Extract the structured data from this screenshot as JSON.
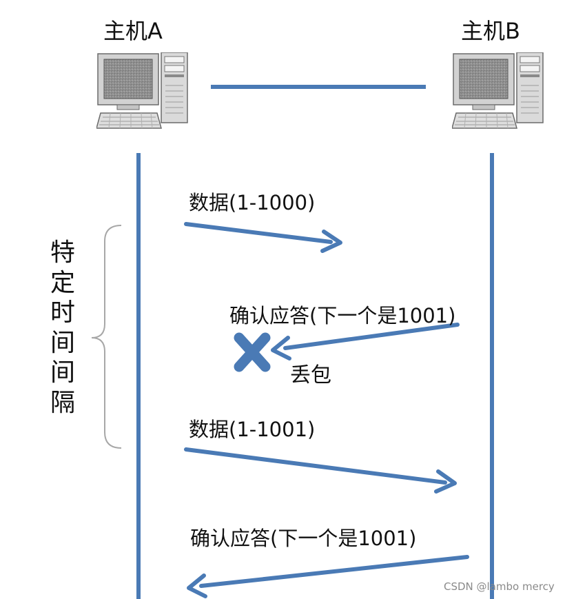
{
  "hosts": {
    "a_label": "主机A",
    "b_label": "主机B"
  },
  "messages": [
    {
      "label": "数据(1-1000)"
    },
    {
      "label": "确认应答(下一个是1001)"
    },
    {
      "label": "数据(1-1001)"
    },
    {
      "label": "确认应答(下一个是1001)"
    }
  ],
  "loss_label": "丢包",
  "interval_label": [
    "特",
    "定",
    "时",
    "间",
    "间",
    "隔"
  ],
  "watermark": "CSDN @lambo mercy",
  "colors": {
    "line": "#4a7ab5",
    "loss_mark": "#4a7ab5",
    "monitor_frame": "#c9c9c9",
    "screen": "#8c8c8c",
    "bracket": "#a7a7a7"
  },
  "icons": {
    "host_a": "desktop-computer-icon",
    "host_b": "desktop-computer-icon",
    "loss": "x-mark-icon"
  }
}
